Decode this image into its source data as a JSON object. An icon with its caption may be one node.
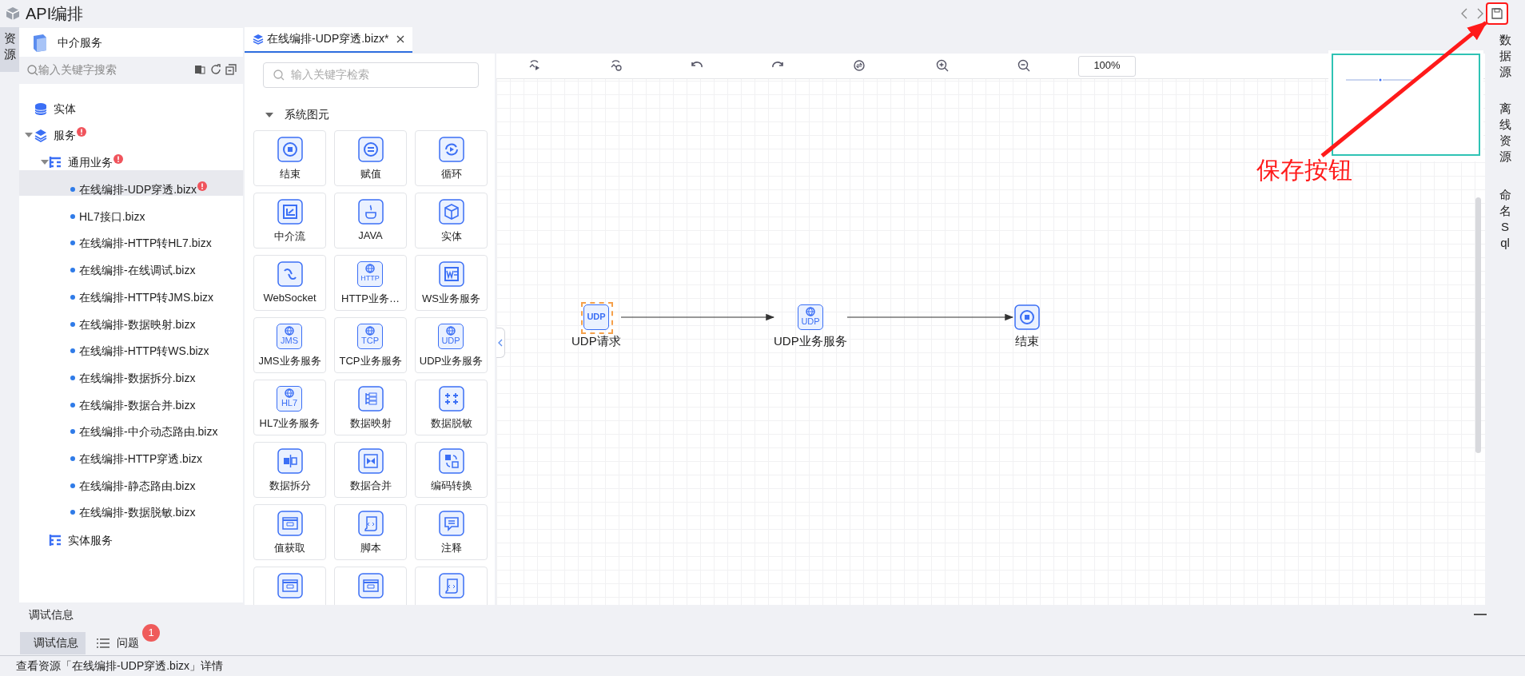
{
  "diagram": {
    "title": "API编排",
    "nodes": [
      {
        "text": [
          "UDP",
          "UDP请求"
        ]
      },
      {
        "text": [
          "UDP",
          "UDP业务服务"
        ]
      },
      {
        "text": [
          "结束"
        ]
      },
      {
        "text": [
          "保存按钮"
        ]
      },
      {
        "text": [],
        "shape": "box"
      }
    ],
    "edges": [
      {
        "from": 0,
        "to": 1,
        "arrow": "to"
      },
      {
        "from": 1,
        "to": 2,
        "arrow": "to"
      },
      {
        "from": 3,
        "to": 4,
        "arrow": "to",
        "style": "thick",
        "color": "#ff1a1a"
      }
    ],
    "labels": [
      "资源",
      "中介服务",
      "输入关键字搜索",
      "实体",
      "服务",
      "通用业务",
      "在线编排-UDP穿透.bizx",
      "HL7接口.bizx",
      "在线编排-HTTP转HL7.bizx",
      "在线编排-在线调试.bizx",
      "在线编排-HTTP转JMS.bizx",
      "在线编排-数据映射.bizx",
      "在线编排-HTTP转WS.bizx",
      "在线编排-数据拆分.bizx",
      "在线编排-数据合并.bizx",
      "在线编排-中介动态路由.bizx",
      "在线编排-HTTP穿透.bizx",
      "在线编排-静态路由.bizx",
      "在线编排-数据脱敏.bizx",
      "实体服务",
      "在线编排-UDP穿透.bizx*",
      "输入关键字检索",
      "系统图元",
      "结束",
      "赋值",
      "循环",
      "中介流",
      "JAVA",
      "实体",
      "WebSocket",
      "HTTP",
      "HTTP业务…",
      "WS业务服务",
      "JMS",
      "JMS业务服务",
      "TCP",
      "TCP业务服务",
      "UDP",
      "UDP业务服务",
      "HL7",
      "HL7业务服务",
      "数据映射",
      "数据脱敏",
      "数据拆分",
      "数据合并",
      "编码转换",
      "值获取",
      "脚本",
      "注释",
      "100%",
      "数据源",
      "离线资源",
      "命名Sql",
      "调试信息",
      "调试信息",
      "问题",
      "1",
      "查看资源「在线编排-UDP穿透.bizx」详情"
    ]
  }
}
